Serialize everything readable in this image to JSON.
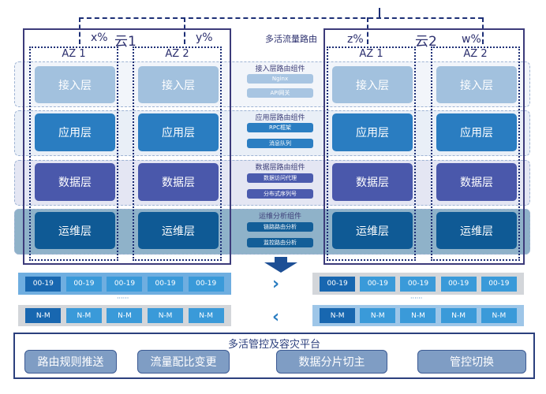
{
  "title": "多活流量路由",
  "clouds": [
    {
      "name": "云1",
      "azs": [
        {
          "label": "AZ 1",
          "ratio": "x%"
        },
        {
          "label": "AZ 2",
          "ratio": "y%"
        }
      ]
    },
    {
      "name": "云2",
      "azs": [
        {
          "label": "AZ 1",
          "ratio": "z%"
        },
        {
          "label": "AZ 2",
          "ratio": "w%"
        }
      ]
    }
  ],
  "layers": [
    "接入层",
    "应用层",
    "数据层",
    "运维层"
  ],
  "components": [
    {
      "title": "接入层路由组件",
      "items": [
        "Nginx",
        "API网关"
      ]
    },
    {
      "title": "应用层路由组件",
      "items": [
        "RPC框架",
        "消息队列"
      ]
    },
    {
      "title": "数据层路由组件",
      "items": [
        "数据访问代理",
        "分布式序列号"
      ]
    },
    {
      "title": "运维分析组件",
      "items": [
        "链路路由分析",
        "监控路由分析"
      ]
    }
  ],
  "shards": {
    "row1": [
      "00-19",
      "00-19",
      "00-19",
      "00-19",
      "00-19"
    ],
    "ellipsis": "······",
    "row2": [
      "N-M",
      "N-M",
      "N-M",
      "N-M",
      "N-M"
    ]
  },
  "arrows": {
    "right": "›",
    "left": "‹"
  },
  "colors": {
    "access": "#a2c1de",
    "app": "#2a7dc1",
    "data": "#4a58ab",
    "ops": "#0f5a95",
    "frame": "#2b3f7d"
  },
  "platform": {
    "title": "多活管控及容灾平台",
    "buttons": [
      "路由规则推送",
      "流量配比变更",
      "数据分片切主",
      "管控切换"
    ]
  }
}
